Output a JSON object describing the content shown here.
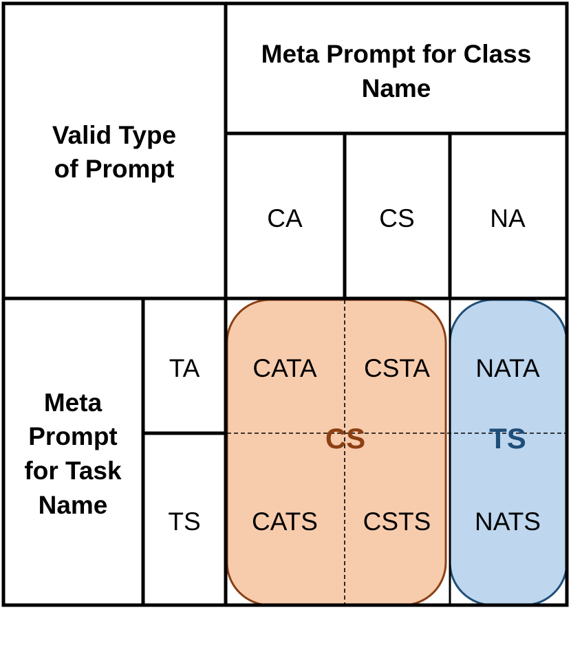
{
  "corner": {
    "line1": "Valid Type",
    "line2": "of Prompt"
  },
  "class_header": {
    "line1": "Meta Prompt for Class",
    "line2": "Name"
  },
  "class_columns": [
    "CA",
    "CS",
    "NA"
  ],
  "task_header": {
    "line1": "Meta",
    "line2": "Prompt",
    "line3": "for Task",
    "line4": "Name"
  },
  "task_rows": [
    "TA",
    "TS"
  ],
  "cells": {
    "cata": "CATA",
    "csta": "CSTA",
    "nata": "NATA",
    "cats": "CATS",
    "csts": "CSTS",
    "nats": "NATS"
  },
  "groups": {
    "cs": {
      "label": "CS",
      "fill": "#f7ccad",
      "stroke": "#8c3f12",
      "text_color": "#8c3f12"
    },
    "ts": {
      "label": "TS",
      "fill": "#bed6ee",
      "stroke": "#1f4e79",
      "text_color": "#1f4e79"
    }
  }
}
